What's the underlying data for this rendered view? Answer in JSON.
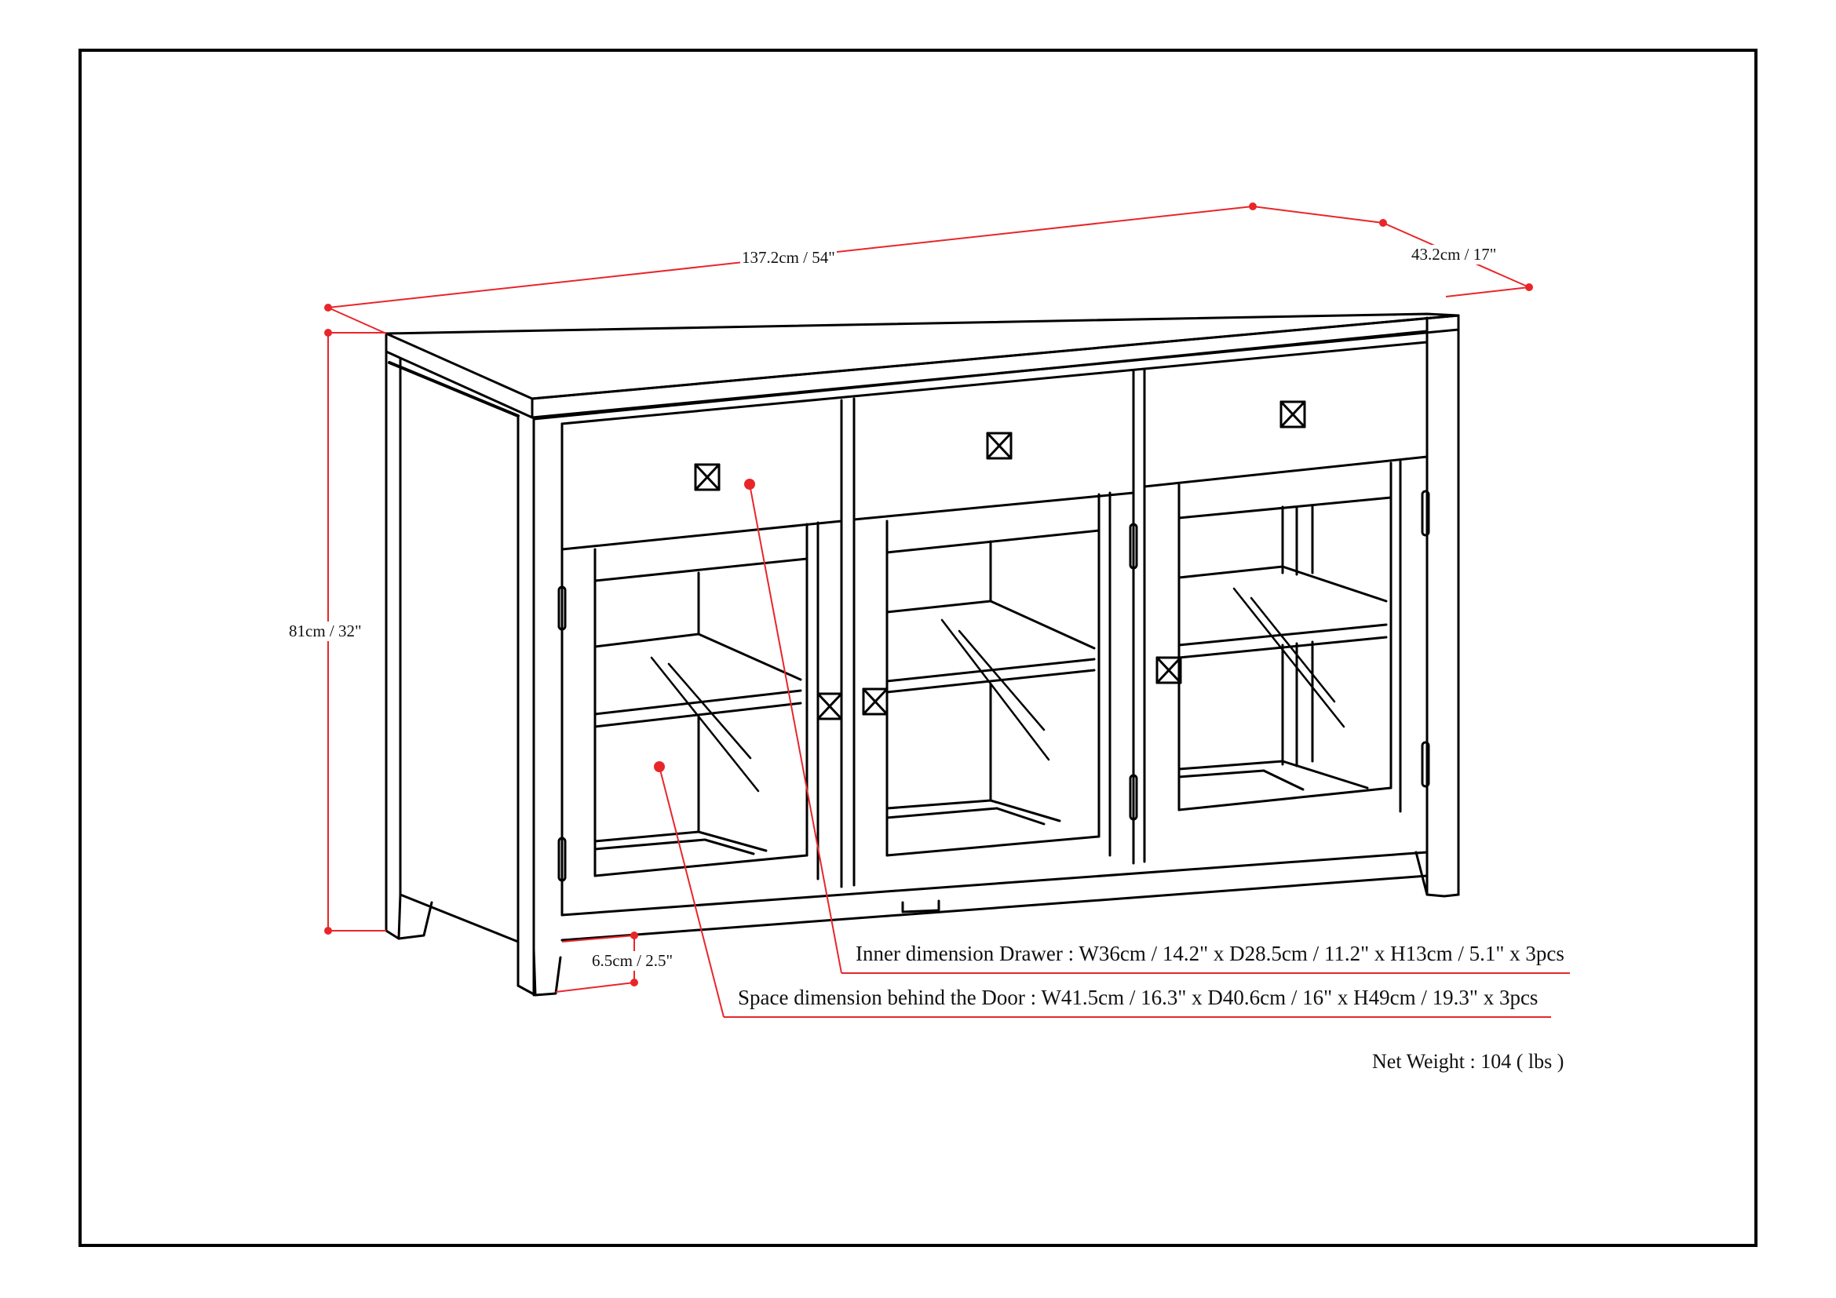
{
  "diagram": {
    "subject": "Sideboard cabinet with 3 drawers and 3 glass doors",
    "colors": {
      "line": "#000000",
      "dimension": "#e8262a",
      "text": "#111111",
      "background": "#ffffff"
    }
  },
  "dimensions": {
    "width": "137.2cm / 54\"",
    "depth": "43.2cm / 17\"",
    "height": "81cm / 32\"",
    "leg_clearance": "6.5cm / 2.5\""
  },
  "callouts": {
    "drawer": "Inner dimension Drawer : W36cm / 14.2\" x D28.5cm / 11.2\" x H13cm / 5.1\" x 3pcs",
    "door": "Space dimension behind the Door  : W41.5cm / 16.3\" x D40.6cm / 16\" x H49cm / 19.3\" x 3pcs"
  },
  "net_weight": "Net Weight : 104 ( lbs )",
  "components": {
    "drawers": 3,
    "doors": 3,
    "drawer_knobs": 3,
    "door_knobs": 3
  }
}
